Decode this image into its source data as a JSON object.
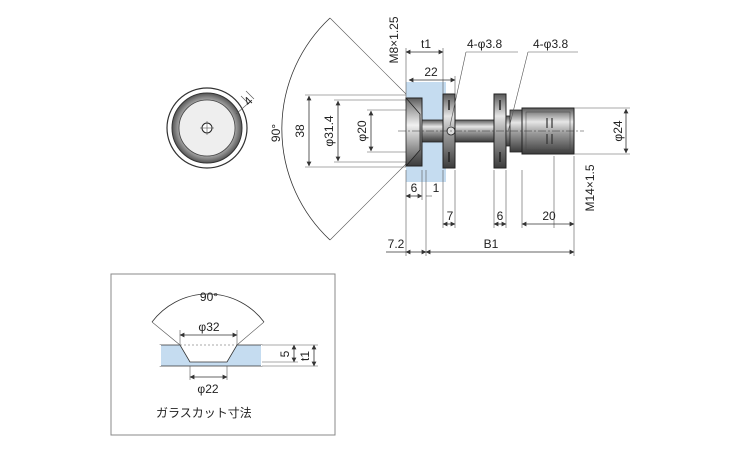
{
  "main_drawing": {
    "labels": {
      "angle": "90°",
      "height_overall": "38",
      "dia_head": "φ31.4",
      "dia_inner": "φ20",
      "thread_top": "M8×1.25",
      "t1": "t1",
      "width_22": "22",
      "hole_left": "4-φ3.8",
      "hole_right": "4-φ3.8",
      "dia_24": "φ24",
      "thread_bottom": "M14×1.5",
      "dim_6a": "6",
      "dim_1": "1",
      "dim_7": "7",
      "dim_6b": "6",
      "dim_20": "20",
      "dim_7_2": "7.2",
      "dim_b1": "B1"
    },
    "front_view_label": "4"
  },
  "glass_cut": {
    "title": "ガラスカット寸法",
    "angle": "90°",
    "top_dia": "φ32",
    "bottom_dia": "φ22",
    "depth": "5",
    "thickness": "t1"
  },
  "colors": {
    "glass": "#c5dcf0",
    "part_dark": "#3a3a3a",
    "part_mid": "#8a8a8a",
    "part_light": "#d6d6d6",
    "line": "#333333"
  }
}
